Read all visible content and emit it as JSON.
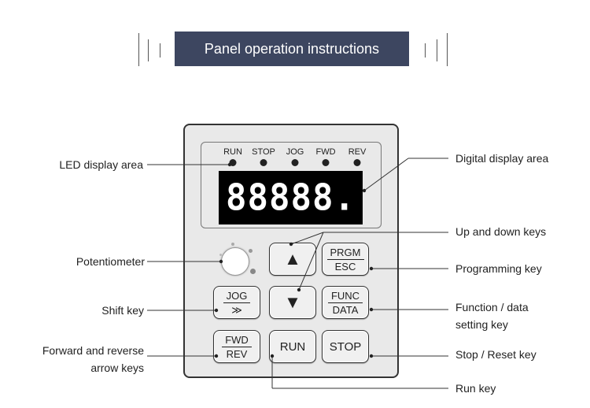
{
  "banner": {
    "title": "Panel operation instructions"
  },
  "leds": [
    "RUN",
    "STOP",
    "JOG",
    "FWD",
    "REV"
  ],
  "display": {
    "digits": "88888."
  },
  "keys": {
    "up_arrow": "▲",
    "down_arrow": "▼",
    "prgm_top": "PRGM",
    "prgm_bottom": "ESC",
    "jog_top": "JOG",
    "jog_bottom": "≫",
    "func_top": "FUNC",
    "func_bottom": "DATA",
    "fwd_top": "FWD",
    "fwd_bottom": "REV",
    "run": "RUN",
    "stop": "STOP"
  },
  "callouts": {
    "led_display_area": "LED display area",
    "digital_display_area": "Digital display area",
    "up_down_keys": "Up and down keys",
    "potentiometer": "Potentiometer",
    "programming_key": "Programming key",
    "shift_key": "Shift key",
    "function_data_line1": "Function / data",
    "function_data_line2": "setting key",
    "fwd_rev_line1": "Forward and reverse",
    "fwd_rev_line2": "arrow keys",
    "stop_reset_key": "Stop / Reset key",
    "run_key": "Run key"
  }
}
